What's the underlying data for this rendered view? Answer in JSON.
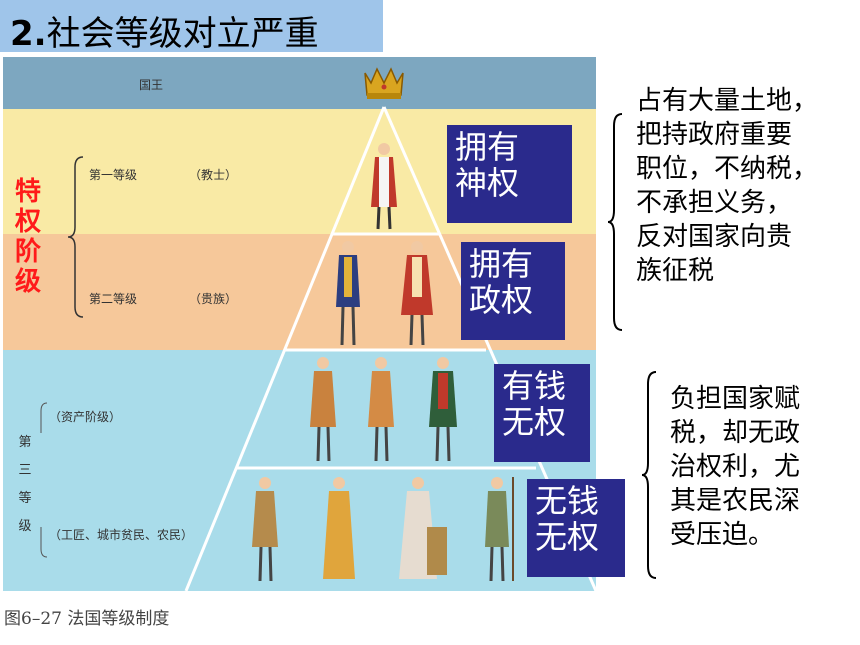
{
  "title": {
    "number": "2.",
    "text": "社会等级对立严重"
  },
  "diagram": {
    "king_label": "国王",
    "first_estate": {
      "label": "第一等级",
      "group": "（教士）"
    },
    "second_estate": {
      "label": "第二等级",
      "group": "（贵族）"
    },
    "privileged_label": "特权阶级",
    "third_estate": {
      "label": "第三等级",
      "group_bourgeois": "（资产阶级）",
      "group_commoners": "（工匠、城市贫民、农民）"
    }
  },
  "boxes": {
    "divine_power": "拥有\n神权",
    "political_power": "拥有\n政权",
    "rich_no_power": "有钱\n无权",
    "poor_no_power": "无钱\n无权"
  },
  "side_notes": {
    "privileged": "占有大量土地，\n把持政府重要\n职位，不纳税，\n不承担义务，\n反对国家向贵\n族征税",
    "third": "负担国家赋\n税，却无政\n治权利，尤\n其是农民深\n受压迫。"
  },
  "caption": "图6–27 法国等级制度",
  "colors": {
    "title_bg": "#9fc5ea",
    "box_bg": "#2a2a8c",
    "privileged_text": "#ff1a1a"
  }
}
